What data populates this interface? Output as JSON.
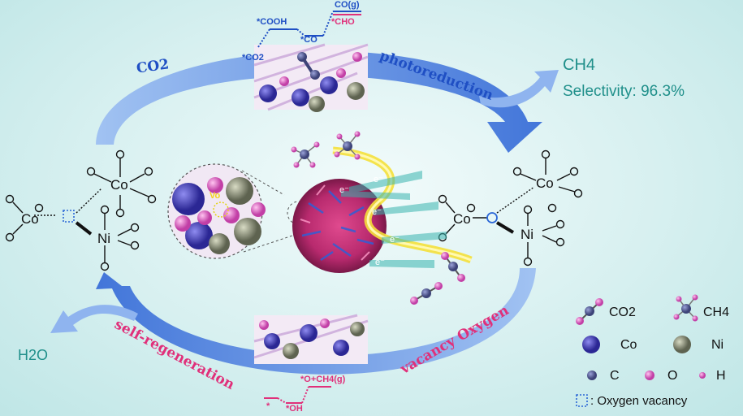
{
  "top_energy": {
    "cooh": "*COOH",
    "co_g": "CO(g)",
    "star_co": "*CO",
    "cho": "*CHO",
    "co2": "*CO2"
  },
  "bottom_energy": {
    "o_ch4": "*O+CH4(g)",
    "star": "*",
    "oh": "*OH"
  },
  "arrows": {
    "co2": "CO2",
    "photoreduction": "photoreduction",
    "self_regeneration": "self-regeneration",
    "vacancy_oxygen": "vacancy Oxygen"
  },
  "products": {
    "ch4": "CH4",
    "selectivity": "Selectivity: 96.3%",
    "h2o": "H2O"
  },
  "atoms": {
    "co": "Co",
    "ni": "Ni",
    "o": "O",
    "vo": "Vo"
  },
  "electron": "e⁻",
  "legend": {
    "co2": "CO2",
    "ch4": "CH4",
    "co": "Co",
    "ni": "Ni",
    "c": "C",
    "o": "O",
    "h": "H",
    "vacancy": ": Oxygen vacancy"
  },
  "colors": {
    "arrow_blue": "#5a8fe0",
    "teal_text": "#1f8f8a",
    "label_blue": "#1f4fc4",
    "label_pink": "#e0307a",
    "co_atom": "#3f3ab3",
    "ni_atom": "#8a8f78",
    "o_atom": "#e063c8"
  }
}
